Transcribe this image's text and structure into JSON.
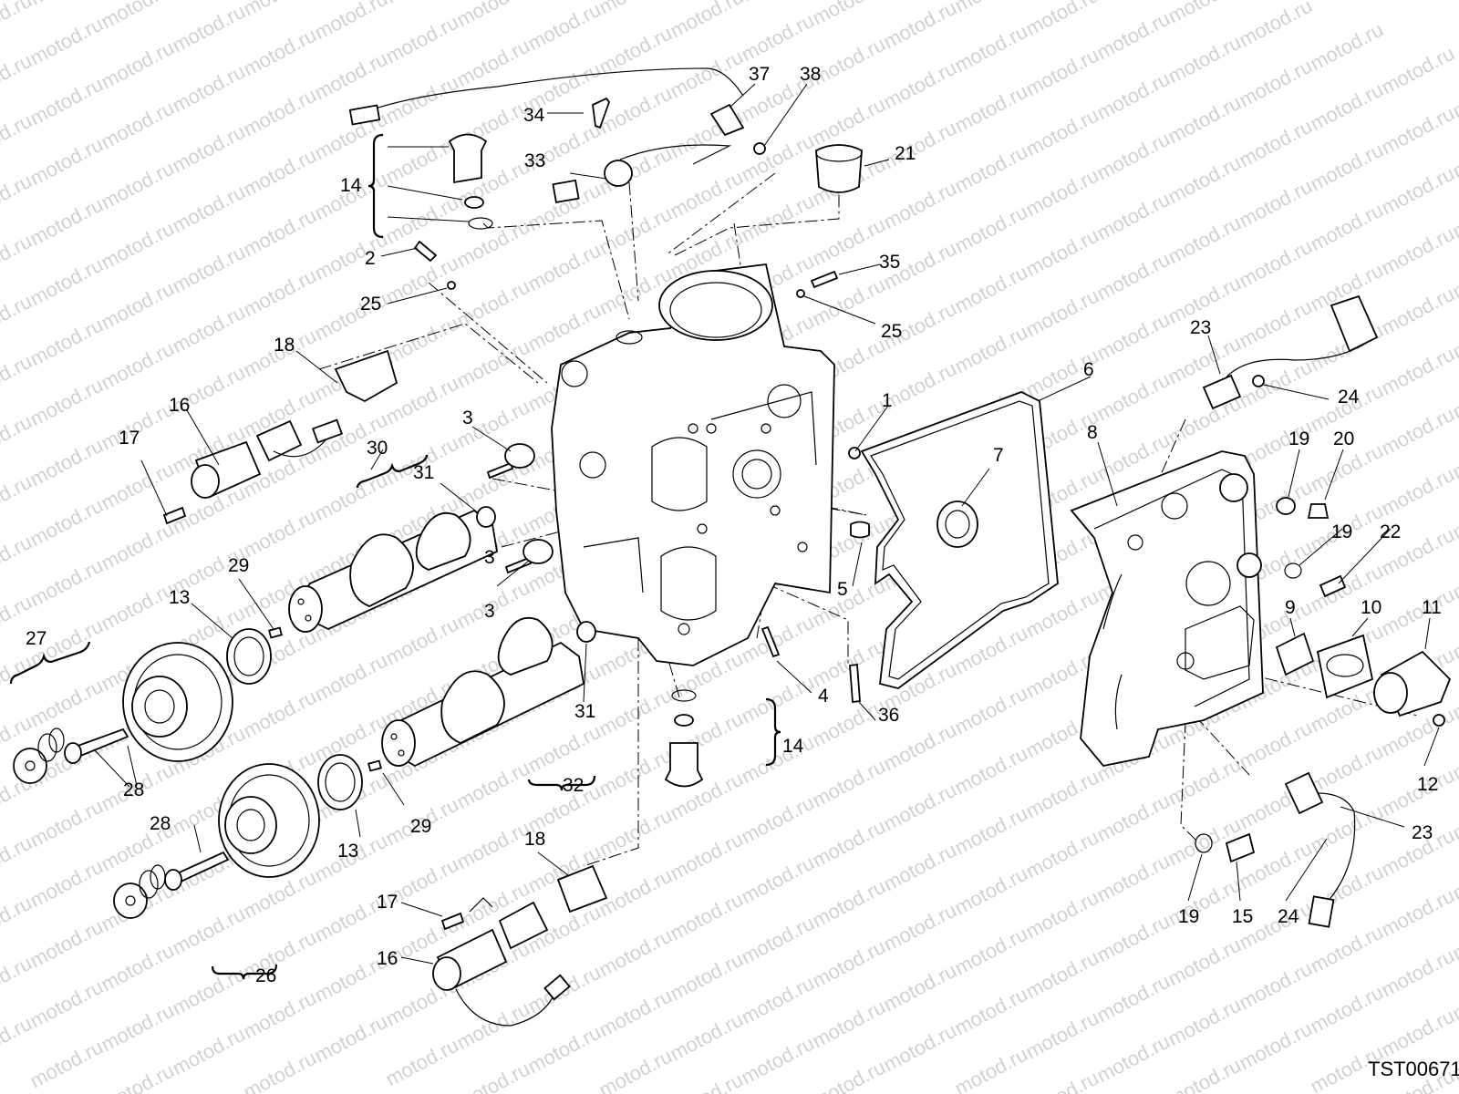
{
  "watermark": {
    "text": "motod.ru"
  },
  "diagram_code": "TST00671",
  "callouts": [
    "1",
    "2",
    "3",
    "3",
    "3",
    "4",
    "5",
    "6",
    "7",
    "8",
    "9",
    "10",
    "11",
    "12",
    "13",
    "13",
    "14",
    "14",
    "15",
    "16",
    "16",
    "17",
    "17",
    "18",
    "18",
    "19",
    "19",
    "19",
    "20",
    "21",
    "22",
    "23",
    "23",
    "24",
    "24",
    "25",
    "25",
    "26",
    "27",
    "28",
    "28",
    "29",
    "29",
    "30",
    "31",
    "31",
    "32",
    "33",
    "34",
    "35",
    "36",
    "37",
    "38"
  ]
}
